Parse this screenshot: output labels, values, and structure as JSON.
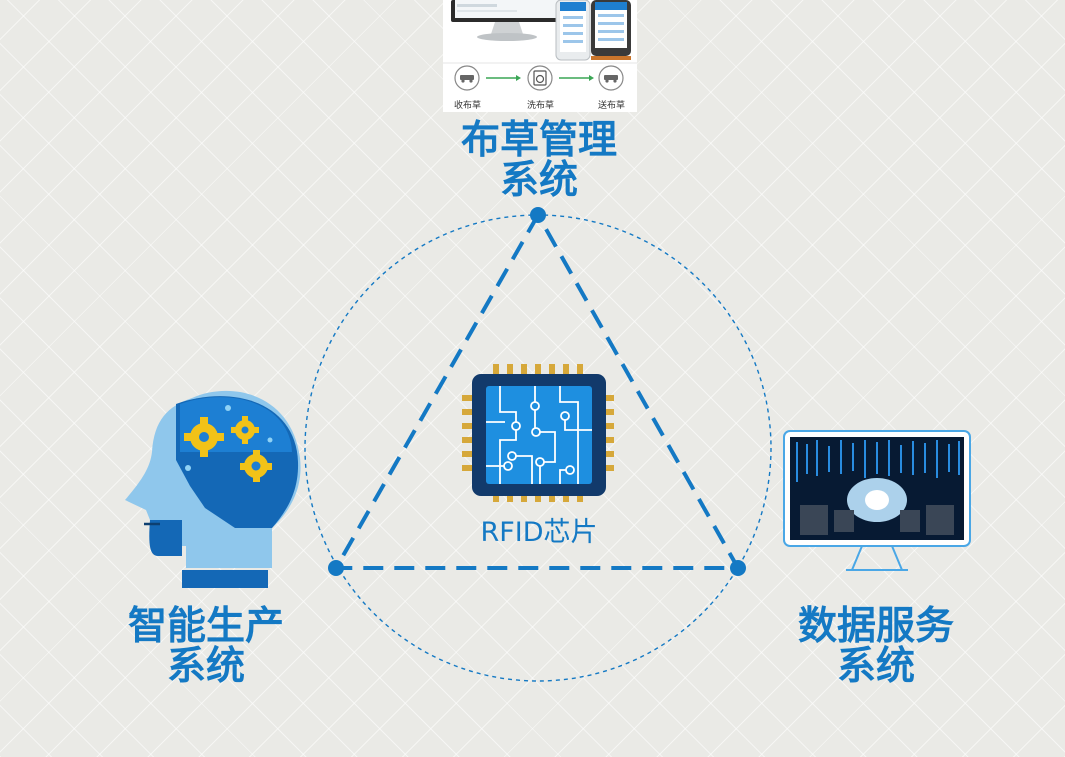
{
  "nodes": {
    "top": {
      "line1": "布草管理",
      "line2": "系统"
    },
    "left": {
      "line1": "智能生产",
      "line2": "系统"
    },
    "right": {
      "line1": "数据服务",
      "line2": "系统"
    },
    "center": {
      "label": "RFID芯片"
    }
  },
  "flow_steps": [
    "收布草",
    "洗布草",
    "送布草"
  ],
  "colors": {
    "accent": "#1479c4",
    "background": "#eaeae6",
    "chip": "#123a6b"
  },
  "icons": [
    "chip-icon",
    "head-gears-icon",
    "monitor-icon",
    "device-screens-icon"
  ]
}
